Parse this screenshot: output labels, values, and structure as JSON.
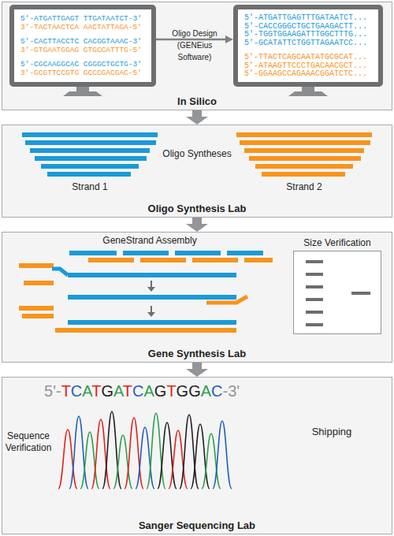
{
  "diagram": {
    "nodes": [
      {
        "text": [
          "In Silico"
        ]
      },
      {
        "text": [
          "5'-ATGATTGAGT TTGATAATCT-3'",
          "3'-TACTAACTCA AACTATTAGA-5'",
          "5'-CACTTACCTC CACGGTAAAC-3'",
          "3'-GTGAATGGAG GTGCCATTTG-5'",
          "5'-CGCAAGGCAC CGGGCTGCTG-3'",
          "3'-GCGTTCCGTG GCCCGACGAC-5'"
        ],
        "in": 0
      },
      {
        "text": [
          "5'-ATGATTGAGTTTGATAATCT...",
          "5'-CACCGGGCTGCTGAAGACTT...",
          "5'-TGGTGGAAGATTTGGCTTTG...",
          "5'-GCATATTCTGGTTAGAATCC...",
          "5'-TTACTCAGCAATATGCGCAT...",
          "5'-ATAAGTTCCCTGACAACGCT...",
          "5'-GGAAGCCAGAAACGGATCTC..."
        ],
        "in": 0
      },
      {
        "text": [
          "Oligo Synthesis Lab"
        ]
      },
      {
        "text": [
          "Gene Synthesis Lab"
        ]
      },
      {
        "text": [
          "Size Verification"
        ],
        "in": 4
      },
      {
        "text": [
          "Sanger Sequencing Lab"
        ]
      }
    ],
    "edges": [
      {
        "from": 1,
        "to": 2,
        "arrow": "to",
        "label": "Oligo Design (GENEius Software)"
      },
      {
        "from": 0,
        "to": 3,
        "arrow": "to"
      },
      {
        "from": 3,
        "to": 4,
        "arrow": "to"
      },
      {
        "from": 4,
        "to": 6,
        "arrow": "to"
      }
    ],
    "labels": [
      "Oligo Syntheses",
      "Strand 1",
      "Strand 2",
      "GeneStrand Assembly",
      "5'-TCATGATCAGTGGAC-3'",
      "Sequence Verification",
      "Shipping"
    ]
  }
}
